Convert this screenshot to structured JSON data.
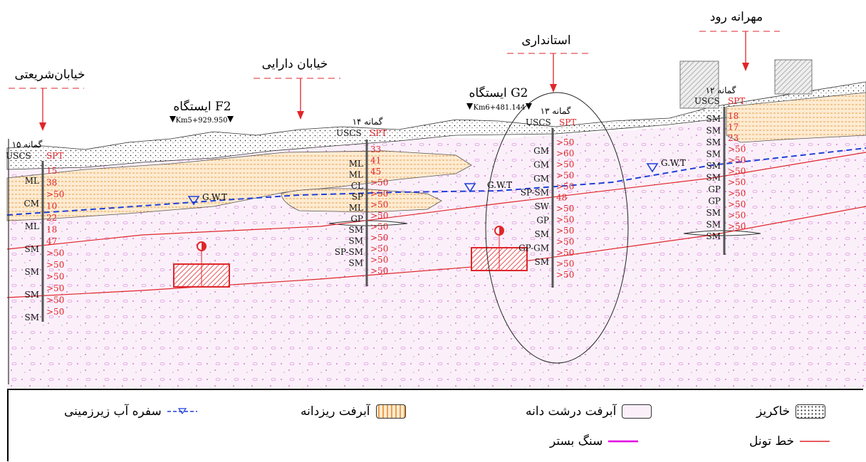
{
  "landmarks": {
    "shariati": "خیابان‌شریعتی",
    "darayi": "خیابان دارایی",
    "ostandari": "استانداری",
    "mehraneh_rud": "مهرانه رود"
  },
  "stations": {
    "f2": {
      "title": "ایستگاه F2",
      "km": "Km5+929.950"
    },
    "g2": {
      "title": "ایستگاه G2",
      "km": "Km6+481.144"
    }
  },
  "boreholes": {
    "bh15": {
      "name": "گمانه ۱۵",
      "uscs_header": "USCS",
      "spt_header": "SPT",
      "uscs": [
        "ML",
        "CM",
        "ML",
        "SM",
        "SM",
        "SM",
        "SM"
      ],
      "spt": [
        "15",
        "38",
        ">50",
        "10",
        "22",
        "18",
        "47",
        ">50",
        ">50",
        ">50",
        ">50",
        ">50",
        ">50"
      ]
    },
    "bh14": {
      "name": "گمانه ۱۴",
      "uscs_header": "USCS",
      "spt_header": "SPT",
      "uscs": [
        "ML",
        "ML",
        "CL",
        "SP",
        "ML",
        "GP",
        "SM",
        "SM",
        "SP-SM",
        "SM"
      ],
      "spt": [
        "33",
        "41",
        "45",
        ">50",
        ">50",
        ">50",
        ">50",
        ">50",
        ">50",
        ">50",
        ">50",
        ">50"
      ]
    },
    "bh13": {
      "name": "گمانه ۱۳",
      "uscs_header": "USCS",
      "spt_header": "SPT",
      "uscs": [
        "GM",
        "GM",
        "GM",
        "SP-SM",
        "SW",
        "GP",
        "SM",
        "GP-GM",
        "SM"
      ],
      "spt": [
        ">50",
        ">60",
        ">50",
        ">50",
        ">50",
        "48",
        ">50",
        ">50",
        ">50",
        ">50",
        ">50",
        ">50",
        ">50"
      ]
    },
    "bh12": {
      "name": "گمانه ۱۲",
      "uscs_header": "USCS",
      "spt_header": "SPT",
      "uscs": [
        "SM",
        "SM",
        "SM",
        "SM",
        "SM",
        "SM",
        "GP",
        "GP",
        "SM",
        "SM",
        "SM"
      ],
      "spt": [
        "18",
        "17",
        "23",
        ">50",
        ">50",
        ">50",
        ">50",
        ">50",
        ">50",
        ">50",
        ">50"
      ]
    }
  },
  "gwt_label": "G.W.T",
  "legend": {
    "khakriz": "خاکریز",
    "abraft_dorosht": "آبرفت درشت دانه",
    "abraft_riz": "آبرفت ریزدانه",
    "sofre_ab": "سفره آب زیرزمینی",
    "khat_tunnel": "خط تونل",
    "sang_bastar": "سنگ بستر"
  },
  "colors": {
    "tunnel_red": "#e0262b",
    "gwt_blue": "#1f3fd8",
    "coarse_pink": "#f6e6f4",
    "fine_orange": "#fbe3c4",
    "bedrock_magenta": "#e000e0"
  }
}
